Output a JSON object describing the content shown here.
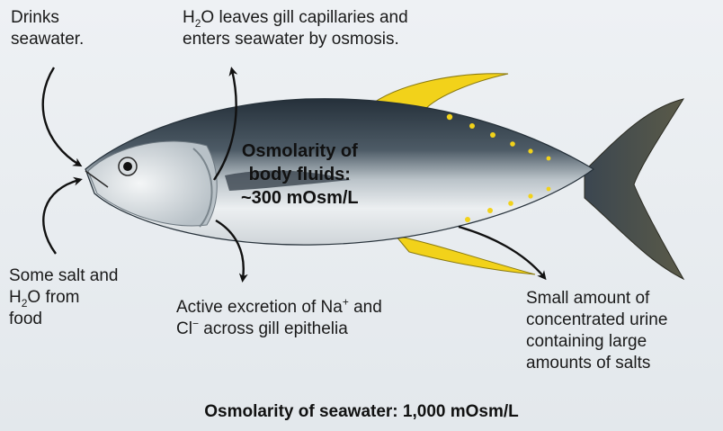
{
  "labels": {
    "drinks": [
      "Drinks",
      "seawater."
    ],
    "h2o_leaves": {
      "line1_a": "H",
      "line1_sub": "2",
      "line1_b": "O leaves gill capillaries and",
      "line2": "enters seawater by osmosis."
    },
    "salt_food": {
      "line1": "Some salt and",
      "line2_a": "H",
      "line2_sub": "2",
      "line2_b": "O from",
      "line3": "food"
    },
    "excretion": {
      "line1_a": "Active excretion of Na",
      "line1_sup": "+",
      "line1_b": " and",
      "line2_a": "Cl",
      "line2_sup": "−",
      "line2_b": " across gill epithelia"
    },
    "urine": [
      "Small amount of",
      "concentrated urine",
      "containing large",
      "amounts of salts"
    ],
    "body_fluids": [
      "Osmolarity of",
      "body fluids:",
      "~300 mOsm/L"
    ],
    "seawater": "Osmolarity of seawater: 1,000 mOsm/L"
  },
  "colors": {
    "fish_back": "#2f3b45",
    "fish_belly": "#e9ecee",
    "fin_yellow": "#f2d21a",
    "arrow": "#111111"
  }
}
